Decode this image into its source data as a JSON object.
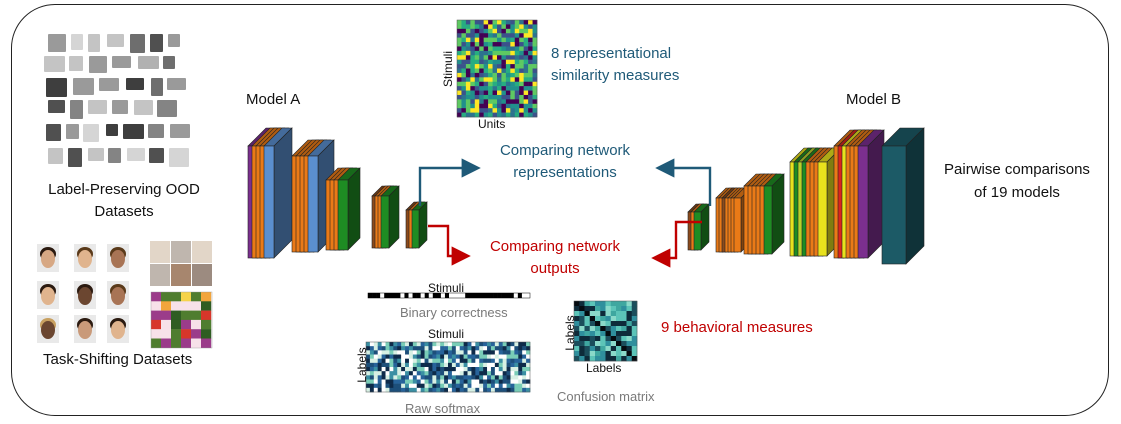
{
  "labels": {
    "model_a": "Model A",
    "model_b": "Model B",
    "ood_line1": "Label-Preserving OOD",
    "ood_line2": "Datasets",
    "task_shift": "Task-Shifting Datasets",
    "rsm_line1": "8 representational",
    "rsm_line2": "similarity measures",
    "rep_line1": "Comparing network",
    "rep_line2": "representations",
    "out_line1": "Comparing network",
    "out_line2": "outputs",
    "pairwise_line1": "Pairwise comparisons",
    "pairwise_line2": "of 19 models",
    "behavioral": "9 behavioral measures",
    "stimuli_axis": "Stimuli",
    "units_axis": "Units",
    "stimuli_top": "Stimuli",
    "binary": "Binary correctness",
    "stimuli_softmax": "Stimuli",
    "labels_softmax": "Labels",
    "raw_softmax": "Raw softmax",
    "labels_cm_y": "Labels",
    "labels_cm_x": "Labels",
    "confusion": "Confusion matrix"
  },
  "colors": {
    "rep_blue": "#1f5a78",
    "out_red": "#c00000",
    "caption_grey": "#7a7a7a"
  }
}
